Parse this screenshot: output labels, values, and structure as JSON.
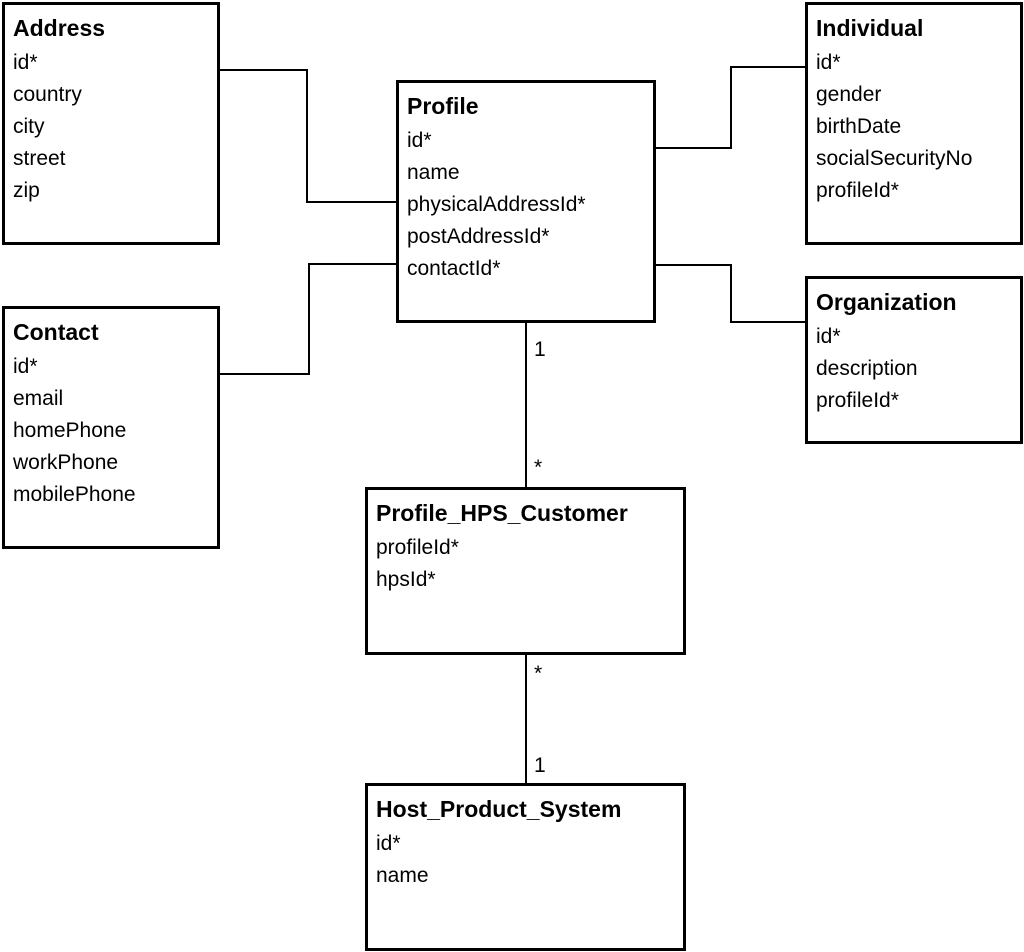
{
  "entities": {
    "address": {
      "title": "Address",
      "fields": [
        "id*",
        "country",
        "city",
        "street",
        "zip"
      ]
    },
    "contact": {
      "title": "Contact",
      "fields": [
        "id*",
        "email",
        "homePhone",
        "workPhone",
        "mobilePhone"
      ]
    },
    "profile": {
      "title": "Profile",
      "fields": [
        "id*",
        "name",
        "physicalAddressId*",
        "postAddressId*",
        "contactId*"
      ]
    },
    "individual": {
      "title": "Individual",
      "fields": [
        "id*",
        "gender",
        "birthDate",
        "socialSecurityNo",
        "profileId*"
      ]
    },
    "organization": {
      "title": "Organization",
      "fields": [
        "id*",
        "description",
        "profileId*"
      ]
    },
    "profile_hps_customer": {
      "title": "Profile_HPS_Customer",
      "fields": [
        "profileId*",
        "hpsId*"
      ]
    },
    "host_product_system": {
      "title": "Host_Product_System",
      "fields": [
        "id*",
        "name"
      ]
    }
  },
  "multiplicities": {
    "profile_to_link": "1",
    "link_from_profile": "*",
    "link_to_hps": "*",
    "hps_from_link": "1"
  }
}
